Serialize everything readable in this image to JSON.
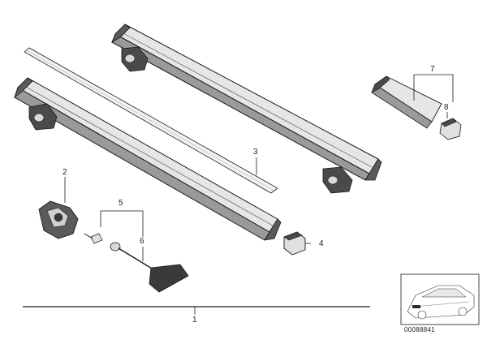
{
  "callouts": {
    "c1": "1",
    "c2": "2",
    "c3": "3",
    "c4": "4",
    "c5": "5",
    "c6": "6",
    "c7": "7",
    "c8": "8"
  },
  "doc_number": "00088841",
  "colors": {
    "line": "#1a1a1a",
    "bar_face": "#d9d9d9",
    "bar_shadow": "#9a9a9a",
    "plastic": "#3a3a3a",
    "strip": "#f2f2f2"
  }
}
